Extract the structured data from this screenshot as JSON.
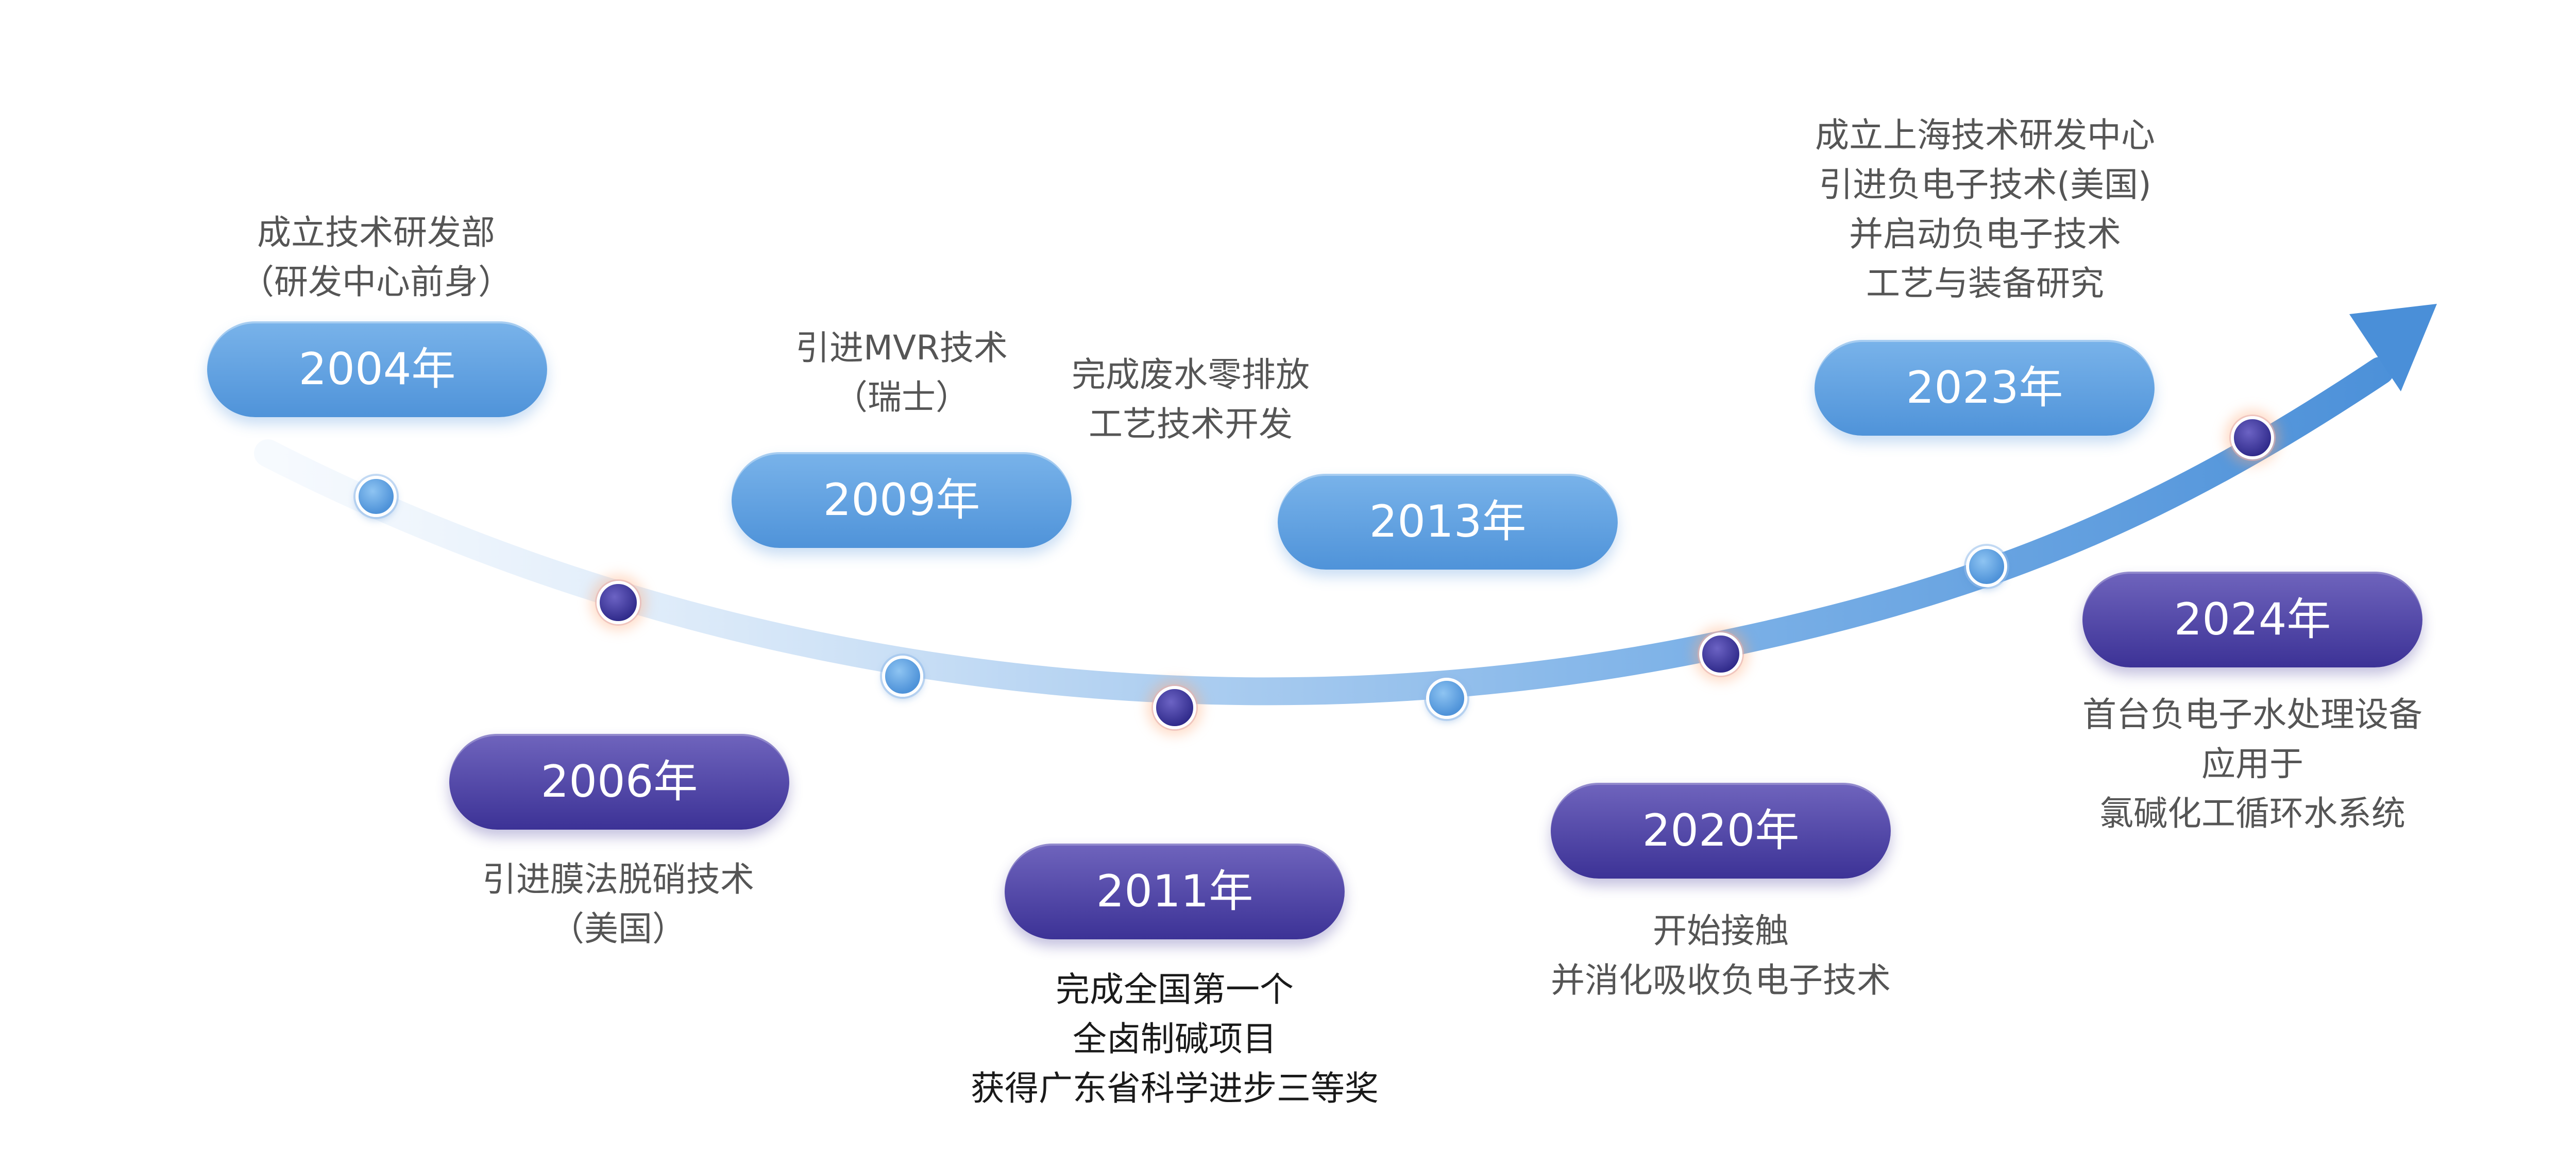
{
  "milestones": [
    {
      "year": "2004年",
      "text": "成立技术研发部\n（研发中心前身）",
      "theme": "blue"
    },
    {
      "year": "2006年",
      "text": "引进膜法脱硝技术\n（美国）",
      "theme": "purple"
    },
    {
      "year": "2009年",
      "text": "引进MVR技术\n（瑞士）",
      "theme": "blue"
    },
    {
      "year": "2011年",
      "text": "完成全国第一个\n全卤制碱项目\n获得广东省科学进步三等奖",
      "theme": "purple"
    },
    {
      "year": "2013年",
      "text": "完成废水零排放\n工艺技术开发",
      "theme": "blue"
    },
    {
      "year": "2020年",
      "text": "开始接触\n并消化吸收负电子技术",
      "theme": "purple"
    },
    {
      "year": "2023年",
      "text": "成立上海技术研发中心\n引进负电子技术(美国)\n并启动负电子技术\n工艺与装备研究",
      "theme": "blue"
    },
    {
      "year": "2024年",
      "text": "首台负电子水处理设备\n应用于\n氯碱化工循环水系统",
      "theme": "purple"
    }
  ],
  "colors": {
    "blue_accent": "#5a9de0",
    "purple_accent": "#3c3296",
    "curve_end": "#4a8fd8"
  },
  "icons": [
    "arrow-head-icon"
  ]
}
